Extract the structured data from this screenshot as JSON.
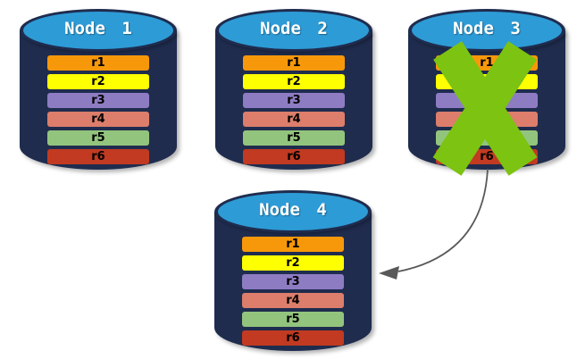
{
  "diagram": {
    "type": "database-replication-failover",
    "colors": {
      "cylinder-body": "#1F2C4E",
      "cylinder-top": "#2D9BD6",
      "failure-x": "#7CC312",
      "arrow": "#595959"
    },
    "nodes": [
      {
        "label": "Node 1",
        "failed": false,
        "rows": [
          {
            "label": "r1",
            "color": "#F7980A"
          },
          {
            "label": "r2",
            "color": "#FEFF00"
          },
          {
            "label": "r3",
            "color": "#8E7CC3"
          },
          {
            "label": "r4",
            "color": "#DC7E6B"
          },
          {
            "label": "r5",
            "color": "#93C47D"
          },
          {
            "label": "r6",
            "color": "#C13A21"
          }
        ]
      },
      {
        "label": "Node 2",
        "failed": false,
        "rows": [
          {
            "label": "r1",
            "color": "#F7980A"
          },
          {
            "label": "r2",
            "color": "#FEFF00"
          },
          {
            "label": "r3",
            "color": "#8E7CC3"
          },
          {
            "label": "r4",
            "color": "#DC7E6B"
          },
          {
            "label": "r5",
            "color": "#93C47D"
          },
          {
            "label": "r6",
            "color": "#C13A21"
          }
        ]
      },
      {
        "label": "Node 3",
        "failed": true,
        "rows": [
          {
            "label": "r1",
            "color": "#F7980A"
          },
          {
            "label": "r2",
            "color": "#FEFF00"
          },
          {
            "label": "r3",
            "color": "#8E7CC3"
          },
          {
            "label": "r4",
            "color": "#DC7E6B"
          },
          {
            "label": "r5",
            "color": "#93C47D"
          },
          {
            "label": "r6",
            "color": "#C13A21"
          }
        ]
      },
      {
        "label": "Node 4",
        "failed": false,
        "rows": [
          {
            "label": "r1",
            "color": "#F7980A"
          },
          {
            "label": "r2",
            "color": "#FEFF00"
          },
          {
            "label": "r3",
            "color": "#8E7CC3"
          },
          {
            "label": "r4",
            "color": "#DC7E6B"
          },
          {
            "label": "r5",
            "color": "#93C47D"
          },
          {
            "label": "r6",
            "color": "#C13A21"
          }
        ]
      }
    ],
    "arrow": {
      "from": "Node 3",
      "to": "Node 4"
    }
  }
}
